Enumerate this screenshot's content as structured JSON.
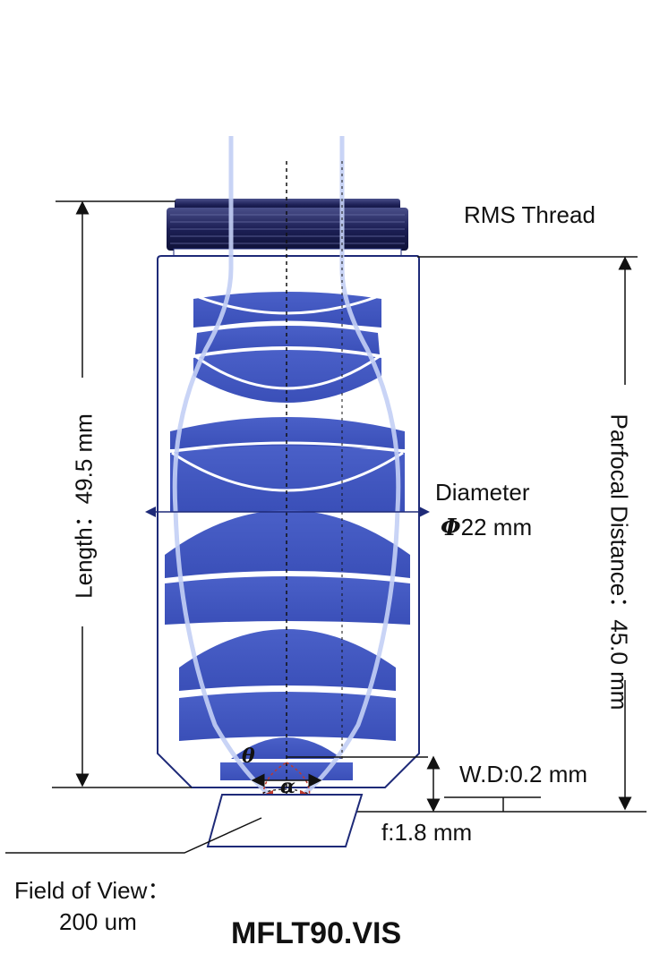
{
  "labels": {
    "rms_thread": "RMS Thread",
    "length": "Length：49.5 mm",
    "parfocal": "Parfocal Distance：45.0 mm",
    "diameter_line1": "Diameter",
    "diameter_symbol": "Φ",
    "diameter_value": "22 mm",
    "wd": "W.D:0.2 mm",
    "focal": "f:1.8 mm",
    "fov_line1": "Field of View：",
    "fov_line2": "200 um",
    "theta": "θ",
    "alpha": "α",
    "model": "MFLT90.VIS"
  },
  "colors": {
    "lens_blue": "#3f55c0",
    "thread_navy": "#1c1f55",
    "beam_light_blue": "#c3cff5",
    "outline_navy": "#1e2a78",
    "cone_red": "#c0392b"
  }
}
